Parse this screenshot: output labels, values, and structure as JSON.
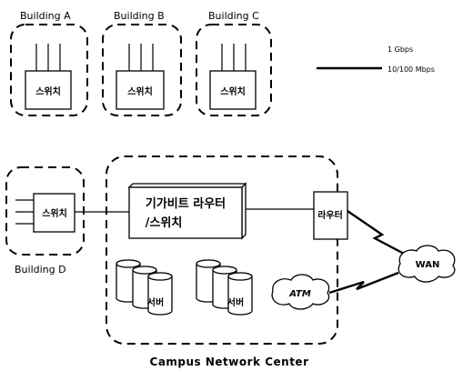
{
  "buildings": {
    "a": {
      "label": "Building A",
      "switch_label": "스위치"
    },
    "b": {
      "label": "Building B",
      "switch_label": "스위치"
    },
    "c": {
      "label": "Building C",
      "switch_label": "스위치"
    },
    "d": {
      "label": "Building D",
      "switch_label": "스위치"
    }
  },
  "legend": {
    "gbps_label": "1 Gbps",
    "mbps_label": "10/100 Mbps"
  },
  "center": {
    "title": "Campus Network Center",
    "gigabit_router_line1": "기가비트 라우터",
    "gigabit_router_line2": "/스위치",
    "router_label": "라우터",
    "server_label_1": "서버",
    "server_label_2": "서버"
  },
  "clouds": {
    "atm": "ATM",
    "wan": "WAN"
  }
}
